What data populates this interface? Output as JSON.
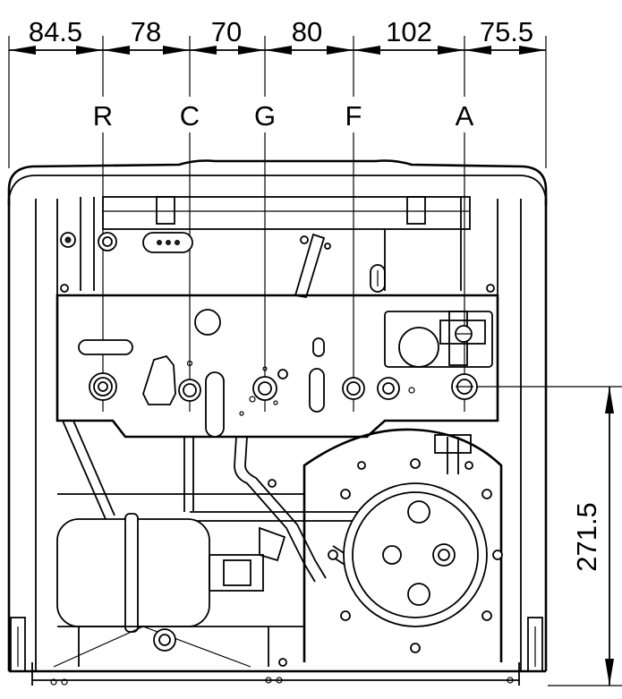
{
  "dimensions": {
    "horizontal": [
      "84.5",
      "78",
      "70",
      "80",
      "102",
      "75.5"
    ],
    "vertical": "271.5"
  },
  "connections": [
    "R",
    "C",
    "G",
    "F",
    "A"
  ]
}
